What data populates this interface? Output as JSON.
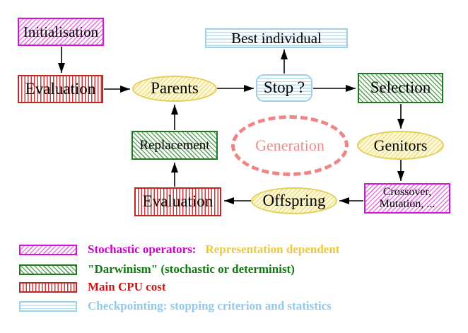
{
  "nodes": {
    "initialisation": {
      "label": "Initialisation"
    },
    "evaluation_top": {
      "label": "Evaluation"
    },
    "parents": {
      "label": "Parents"
    },
    "best_individual": {
      "label": "Best individual"
    },
    "stop": {
      "label": "Stop ?"
    },
    "selection": {
      "label": "Selection"
    },
    "genitors": {
      "label": "Genitors"
    },
    "crossover_mutation": {
      "line1": "Crossover,",
      "line2": "Mutation, ..."
    },
    "offspring": {
      "label": "Offspring"
    },
    "evaluation_bottom": {
      "label": "Evaluation"
    },
    "replacement": {
      "label": "Replacement"
    },
    "generation": {
      "label": "Generation"
    }
  },
  "legend": {
    "items": [
      {
        "id": "stochastic-operators",
        "label": "Stochastic operators:",
        "label_secondary": "Representation dependent"
      },
      {
        "id": "darwinism",
        "label": "\"Darwinism\" (stochastic or determinist)"
      },
      {
        "id": "main-cpu-cost",
        "label": "Main CPU cost"
      },
      {
        "id": "checkpointing",
        "label": "Checkpointing: stopping criterion and statistics"
      }
    ]
  },
  "colors": {
    "magenta": "#cc00cc",
    "gold": "#ecc83c",
    "green": "#107a10",
    "red": "#cc1515",
    "cyan": "#93c8e8",
    "coral": "#f08585",
    "yellow_border": "#e2cf58",
    "black": "#000000"
  }
}
